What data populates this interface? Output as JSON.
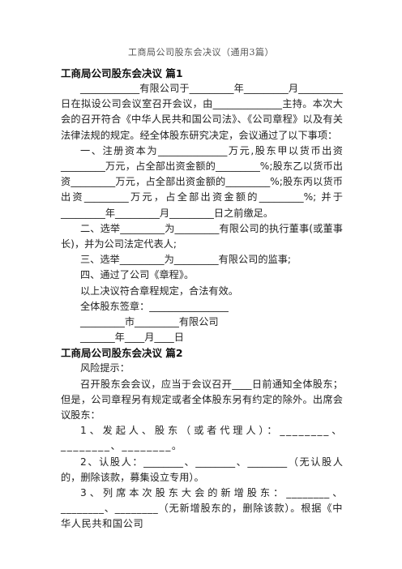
{
  "header": {
    "doc_title": "工商局公司股东会决议（通用3篇）"
  },
  "section1": {
    "title": "工商局公司股东会决议 篇1",
    "paragraphs": [
      "____________有限公司于_________年_________月_________日在拟设公司会议室召开会议，由______________主持。本次大会的召开符合《中华人民共和国公司法》、《公司章程》以及有关法律法规的规定。经全体股东研究决定，会议通过了以下事项：",
      "一、注册资本为______________万元,股东甲以货币出资_________万元，占全部出资金额的_________%;股东乙以货币出资_________万元，占全部出资金额的_________%;股东丙以货币出资_________万元，占全部出资金额的_________%; 并于_________年_________月_________日之前缴足。",
      "二、选举_________为_________有限公司的执行董事(或董事长)，并为公司法定代表人;",
      "三、选举_________为_________有限公司的监事;",
      "四、通过了公司《章程》。",
      "以上决议符合章程规定，合法有效。",
      "全体股东签章：________________",
      "_________市_________有限公司",
      "_______年____月____日"
    ]
  },
  "section2": {
    "title": "工商局公司股东会决议 篇2",
    "paragraphs": [
      "风险提示：",
      "召开股东会会议，应当于会议召开____日前通知全体股东；但是，公司章程另有规定或者全体股东另有约定的除外。出席会议股东：",
      "1、发起人、股东（或者代理人）：________、________、________。",
      "2、认股人：________、________、________（无认股人的，删除该款，募集设立专用）。",
      "3、列席本次股东大会的新增股东：________、________、________（无新增股东的，删除该款）。根据《中华人民共和国公司"
    ]
  }
}
